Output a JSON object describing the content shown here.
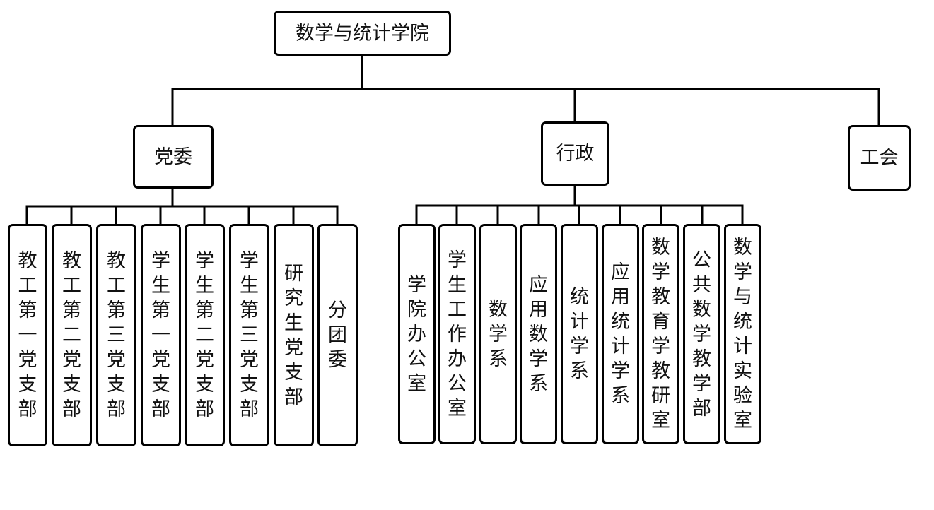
{
  "root": {
    "label": "数学与统计学院"
  },
  "branches": {
    "party": {
      "label": "党委",
      "children": [
        "教工第一党支部",
        "教工第二党支部",
        "教工第三党支部",
        "学生第一党支部",
        "学生第二党支部",
        "学生第三党支部",
        "研究生党支部",
        "分团委"
      ]
    },
    "admin": {
      "label": "行政",
      "children": [
        "学院办公室",
        "学生工作办公室",
        "数学系",
        "应用数学系",
        "统计学系",
        "应用统计学系",
        "数学教育学教研室",
        "公共数学教学部",
        "数学与统计实验室"
      ]
    },
    "union": {
      "label": "工会"
    }
  }
}
